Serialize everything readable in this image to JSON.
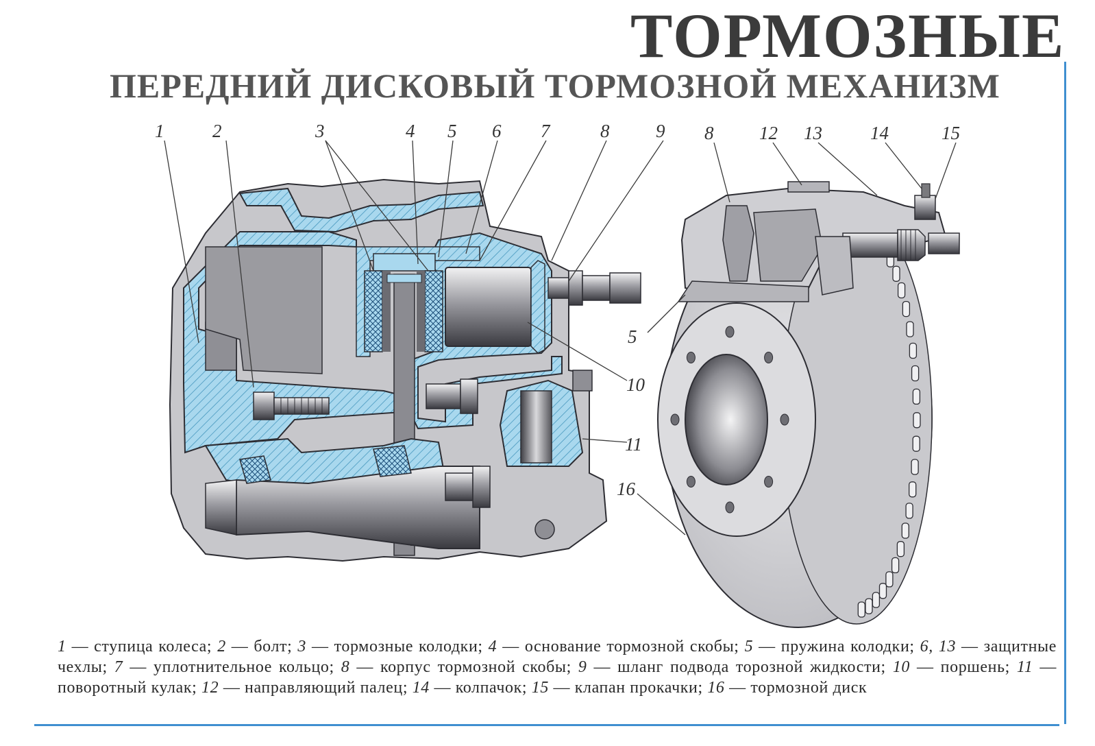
{
  "header": {
    "title": "ТОРМОЗНЫЕ",
    "subtitle": "ПЕРЕДНИЙ ДИСКОВЫЙ ТОРМОЗНОЙ МЕХАНИЗМ"
  },
  "callouts": {
    "c1": "1",
    "c2": "2",
    "c3": "3",
    "c4": "4",
    "c5_top": "5",
    "c6": "6",
    "c7": "7",
    "c8_left": "8",
    "c9": "9",
    "c8_right": "8",
    "c12": "12",
    "c13": "13",
    "c14": "14",
    "c15": "15",
    "c5_right": "5",
    "c10": "10",
    "c11": "11",
    "c16": "16"
  },
  "legend": [
    {
      "num": "1",
      "text": " — ступица колеса; "
    },
    {
      "num": "2",
      "text": " — болт; "
    },
    {
      "num": "3",
      "text": " — тормозные колодки; "
    },
    {
      "num": "4",
      "text": " — основание тормозной скобы; "
    },
    {
      "num": "5",
      "text": " — пружина колодки; "
    },
    {
      "num": "6, 13",
      "text": " — защитные чехлы; "
    },
    {
      "num": "7",
      "text": " — уплотнительное кольцо; "
    },
    {
      "num": "8",
      "text": " — корпус тормозной скобы; "
    },
    {
      "num": "9",
      "text": " — шланг подвода торозной жидкости; "
    },
    {
      "num": "10",
      "text": " — поршень; "
    },
    {
      "num": "11",
      "text": " — поворотный кулак; "
    },
    {
      "num": "12",
      "text": " — направляющий палец; "
    },
    {
      "num": "14",
      "text": " — колпачок; "
    },
    {
      "num": "15",
      "text": " — клапан прокачки; "
    },
    {
      "num": "16",
      "text": " — тормозной диск"
    }
  ],
  "colors": {
    "section_blue": "#a9d8ee",
    "metal_grey": "#c9c9cc",
    "dark_grey": "#7a7a7e",
    "accent_rule": "#3f8fd0"
  }
}
